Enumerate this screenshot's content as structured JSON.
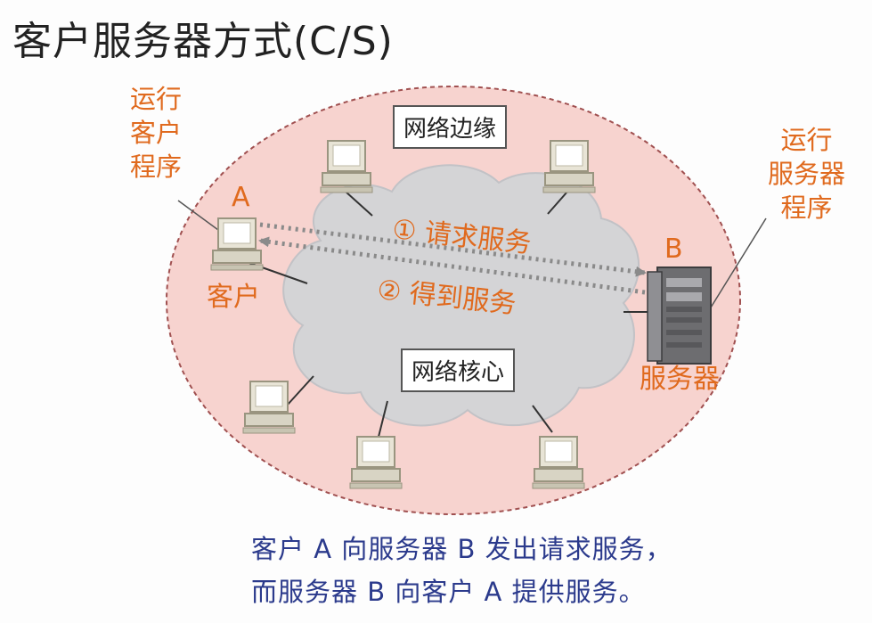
{
  "title": "客户服务器方式(C/S)",
  "client_side_note": "运行\n客户\n程序",
  "server_side_note": "运行\n服务器\n程序",
  "host_a_letter": "A",
  "host_b_letter": "B",
  "client_label": "客户",
  "server_label": "服务器",
  "edge_label": "网络边缘",
  "core_label": "网络核心",
  "request_label": "① 请求服务",
  "response_label": "② 得到服务",
  "caption_line1": "客户 A 向服务器 B 发出请求服务，",
  "caption_line2": "而服务器 B 向客户 A 提供服务。",
  "colors": {
    "edge_fill": "#f7d3cf",
    "cloud_fill": "#d4d4d6",
    "accent": "#e06a1e",
    "caption": "#2b3a8c",
    "arrow": "#8a8a8a"
  }
}
